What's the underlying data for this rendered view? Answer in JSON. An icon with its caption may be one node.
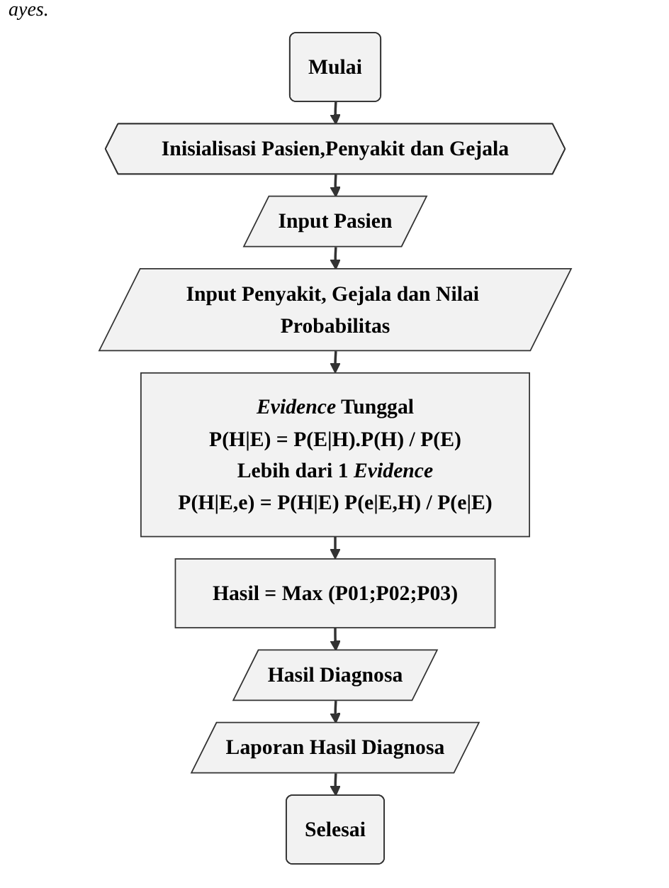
{
  "diagram": {
    "nodes": [
      {
        "text": [
          "Mulai"
        ]
      },
      {
        "text": [
          "Inisialisasi Pasien,Penyakit dan Gejala"
        ]
      },
      {
        "text": [
          "Input Pasien"
        ]
      },
      {
        "text": [
          "Input Penyakit, Gejala dan Nilai Probabilitas"
        ]
      },
      {
        "text": [
          "*Evidence* Tunggal",
          "P(H|E) = P(E|H).P(H) / P(E)",
          "Lebih dari 1 *Evidence*",
          "P(H|E,e) = P(H|E) P(e|E,H) / P(e|E)"
        ]
      },
      {
        "text": [
          "Hasil = Max (P01;P02;P03)"
        ]
      },
      {
        "text": [
          "Hasil Diagnosa"
        ]
      },
      {
        "text": [
          "Laporan Hasil Diagnosa"
        ]
      },
      {
        "text": [
          "Selesai"
        ]
      }
    ],
    "edges": [
      {
        "from": 0,
        "to": 1,
        "arrow": "to"
      },
      {
        "from": 1,
        "to": 2,
        "arrow": "to"
      },
      {
        "from": 2,
        "to": 3,
        "arrow": "to"
      },
      {
        "from": 3,
        "to": 4,
        "arrow": "to"
      },
      {
        "from": 4,
        "to": 5,
        "arrow": "to"
      },
      {
        "from": 5,
        "to": 6,
        "arrow": "to"
      },
      {
        "from": 6,
        "to": 7,
        "arrow": "to"
      },
      {
        "from": 7,
        "to": 8,
        "arrow": "to"
      }
    ],
    "labels": [
      "ayes."
    ]
  }
}
